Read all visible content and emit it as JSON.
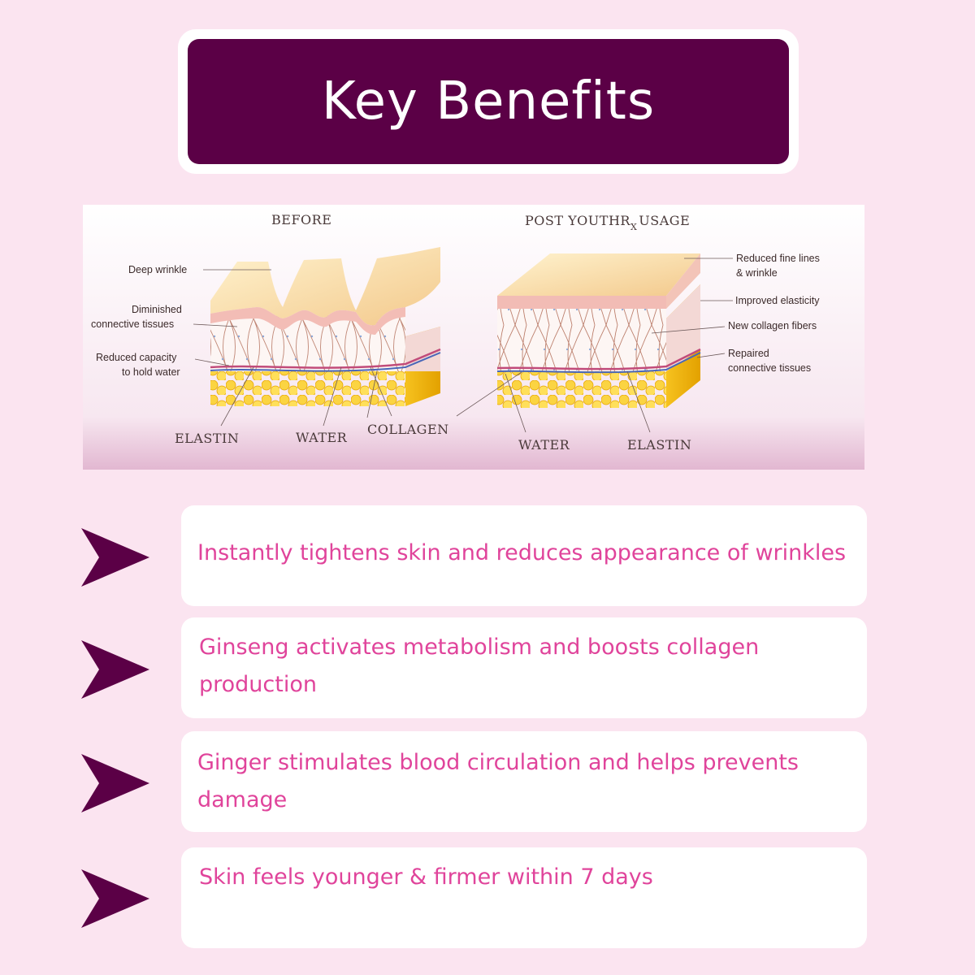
{
  "header": {
    "title": "Key Benefits"
  },
  "diagram": {
    "before_heading": "Before",
    "post_heading_prefix": "Post",
    "post_heading_brand": "YOUTH",
    "post_heading_rx_r": "R",
    "post_heading_rx_x": "x",
    "post_heading_suffix": "Usage",
    "left_labels": {
      "deep_wrinkle": "Deep wrinkle",
      "diminished_1": "Diminished",
      "diminished_2": "connective tissues",
      "reduced_capacity_1": "Reduced capacity",
      "reduced_capacity_2": "to hold water"
    },
    "right_labels": {
      "fine_lines_1": "Reduced fine lines",
      "fine_lines_2": "& wrinkle",
      "elasticity": "Improved elasticity",
      "collagen_fibers": "New collagen fibers",
      "repaired_1": "Repaired",
      "repaired_2": "connective tissues"
    },
    "bottom_labels": {
      "elastin_left": "ELASTIN",
      "water_left": "WATER",
      "collagen": "COLLAGEN",
      "water_right": "WATER",
      "elastin_right": "ELASTIN"
    }
  },
  "benefits": [
    {
      "line1": "Instantly tightens skin and reduces appearance of wrinkles",
      "line2": ""
    },
    {
      "line1": "Ginseng activates metabolism and boosts collagen",
      "line2": "production"
    },
    {
      "line1": "Ginger stimulates blood circulation and helps prevents",
      "line2": "damage"
    },
    {
      "line1": "Skin feels younger & firmer within 7 days",
      "line2": ""
    }
  ],
  "colors": {
    "background": "#fbe4f0",
    "title_bar": "#5b0046",
    "benefit_text": "#e0449b",
    "arrow": "#5b0046"
  },
  "icons": {
    "bullet": "arrowhead-icon"
  }
}
